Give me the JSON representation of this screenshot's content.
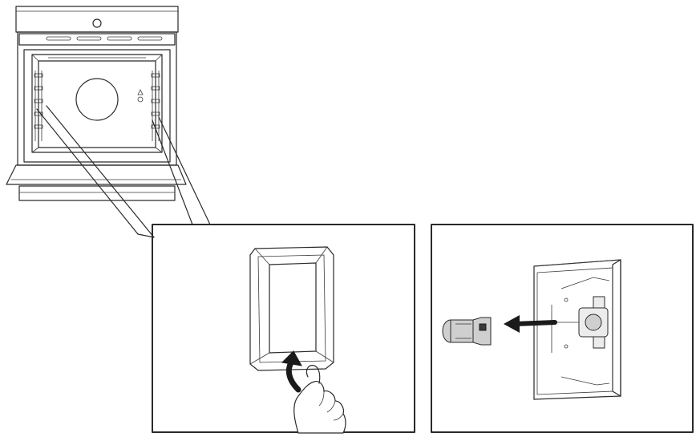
{
  "figure": {
    "panels": [
      {
        "id": "oven-overview",
        "icon": "oven-icon"
      },
      {
        "id": "remove-lamp-cover",
        "icon": "lamp-cover-icon"
      },
      {
        "id": "remove-bulb",
        "icon": "halogen-bulb-icon"
      }
    ],
    "colors": {
      "line": "#2a2a2a",
      "arrow": "#1a1a1a",
      "background": "#ffffff"
    }
  }
}
